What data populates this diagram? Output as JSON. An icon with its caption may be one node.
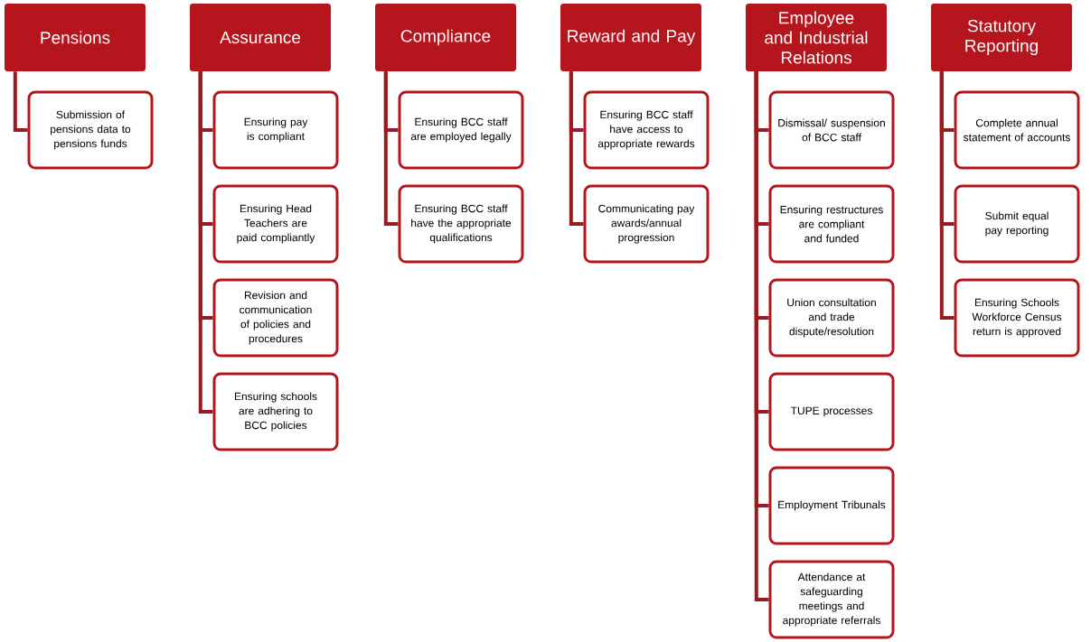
{
  "diagram": {
    "nodes": [
      {
        "text": [
          "Pensions"
        ]
      },
      {
        "text": [
          "Submission of pensions data to pensions funds"
        ]
      },
      {
        "text": [
          "Assurance"
        ]
      },
      {
        "text": [
          "Ensuring pay is compliant"
        ]
      },
      {
        "text": [
          "Ensuring Head Teachers are paid compliantly"
        ]
      },
      {
        "text": [
          "Revision and communication of policies and procedures"
        ]
      },
      {
        "text": [
          "Ensuring schools are adhering to BCC policies"
        ]
      },
      {
        "text": [
          "Compliance"
        ]
      },
      {
        "text": [
          "Ensuring BCC staff are employed legally"
        ]
      },
      {
        "text": [
          "Ensuring BCC staff have the appropriate qualifications"
        ]
      },
      {
        "text": [
          "Reward and Pay"
        ]
      },
      {
        "text": [
          "Ensuring BCC staff have access to appropriate rewards"
        ]
      },
      {
        "text": [
          "Communicating pay awards/annual progression"
        ]
      },
      {
        "text": [
          "Employee and Industrial Relations"
        ]
      },
      {
        "text": [
          "Dismissal/ suspension of BCC staff"
        ]
      },
      {
        "text": [
          "Ensuring restructures are compliant and funded"
        ]
      },
      {
        "text": [
          "Union consultation and trade dispute/resolution"
        ]
      },
      {
        "text": [
          "TUPE processes"
        ]
      },
      {
        "text": [
          "Employment Tribunals"
        ]
      },
      {
        "text": [
          "Attendance at safeguarding meetings and appropriate referrals"
        ]
      },
      {
        "text": [
          "Statutory Reporting"
        ]
      },
      {
        "text": [
          "Complete annual statement of accounts"
        ]
      },
      {
        "text": [
          "Submit equal pay reporting"
        ]
      },
      {
        "text": [
          "Ensuring Schools Workforce Census return is approved"
        ]
      }
    ],
    "edges": [
      {
        "from": 0,
        "to": 1,
        "arrow": "none"
      },
      {
        "from": 2,
        "to": 3,
        "arrow": "none"
      },
      {
        "from": 2,
        "to": 4,
        "arrow": "none"
      },
      {
        "from": 2,
        "to": 5,
        "arrow": "none"
      },
      {
        "from": 2,
        "to": 6,
        "arrow": "none"
      },
      {
        "from": 7,
        "to": 8,
        "arrow": "none"
      },
      {
        "from": 7,
        "to": 9,
        "arrow": "none"
      },
      {
        "from": 10,
        "to": 11,
        "arrow": "none"
      },
      {
        "from": 10,
        "to": 12,
        "arrow": "none"
      },
      {
        "from": 13,
        "to": 14,
        "arrow": "none"
      },
      {
        "from": 13,
        "to": 15,
        "arrow": "none"
      },
      {
        "from": 13,
        "to": 16,
        "arrow": "none"
      },
      {
        "from": 13,
        "to": 17,
        "arrow": "none"
      },
      {
        "from": 13,
        "to": 18,
        "arrow": "none"
      },
      {
        "from": 13,
        "to": 19,
        "arrow": "none"
      },
      {
        "from": 20,
        "to": 21,
        "arrow": "none"
      },
      {
        "from": 20,
        "to": 22,
        "arrow": "none"
      },
      {
        "from": 20,
        "to": 23,
        "arrow": "none"
      }
    ]
  }
}
